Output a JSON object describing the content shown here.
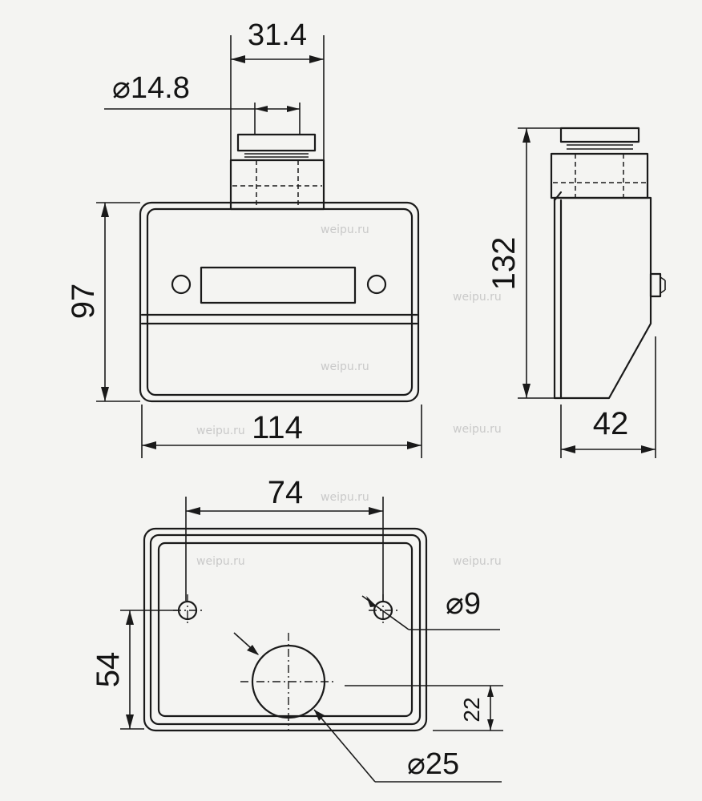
{
  "dimensions": {
    "width_top": "31.4",
    "thread_dia": "⌀14.8",
    "height_front": "97",
    "width_front": "114",
    "height_side": "132",
    "depth_side": "42",
    "hole_spacing": "74",
    "mount_height": "54",
    "hole_dia": "⌀9",
    "entry_offset": "22",
    "entry_dia": "⌀25"
  },
  "watermark": "weipu.ru",
  "colors": {
    "ink": "#1a1a1a",
    "paper": "#f4f4f2",
    "watermark": "#c9c9c9"
  }
}
